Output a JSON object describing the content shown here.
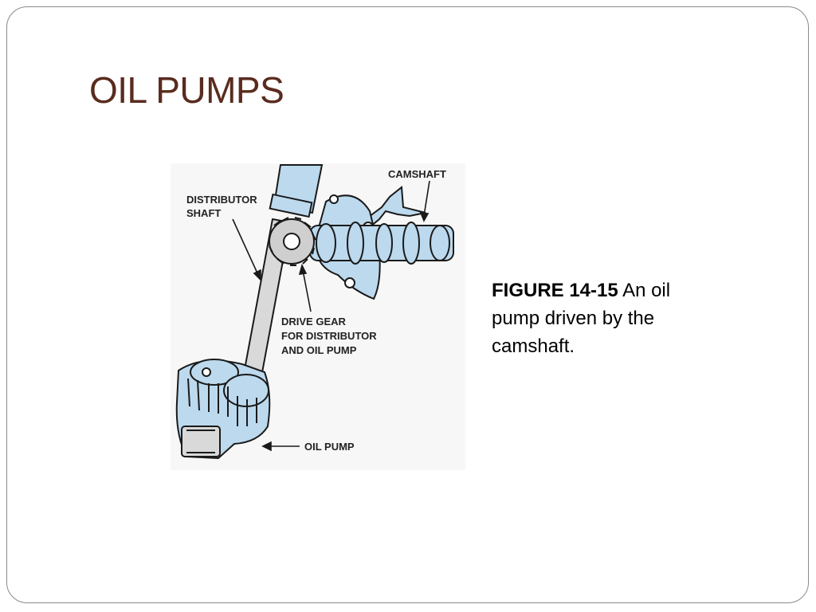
{
  "slide": {
    "title": "OIL PUMPS"
  },
  "figure": {
    "labels": {
      "camshaft": "CAMSHAFT",
      "distributor_line1": "DISTRIBUTOR",
      "distributor_line2": "SHAFT",
      "drive_gear_line1": "DRIVE GEAR",
      "drive_gear_line2": "FOR DISTRIBUTOR",
      "drive_gear_line3": "AND OIL PUMP",
      "oil_pump": "OIL PUMP"
    },
    "colors": {
      "part_fill": "#bcd9ee",
      "outline": "#1a1a1a",
      "shaft_fill": "#d9d9d9"
    }
  },
  "caption": {
    "figure_number": "FIGURE 14-15",
    "text": " An oil pump driven by the camshaft."
  }
}
